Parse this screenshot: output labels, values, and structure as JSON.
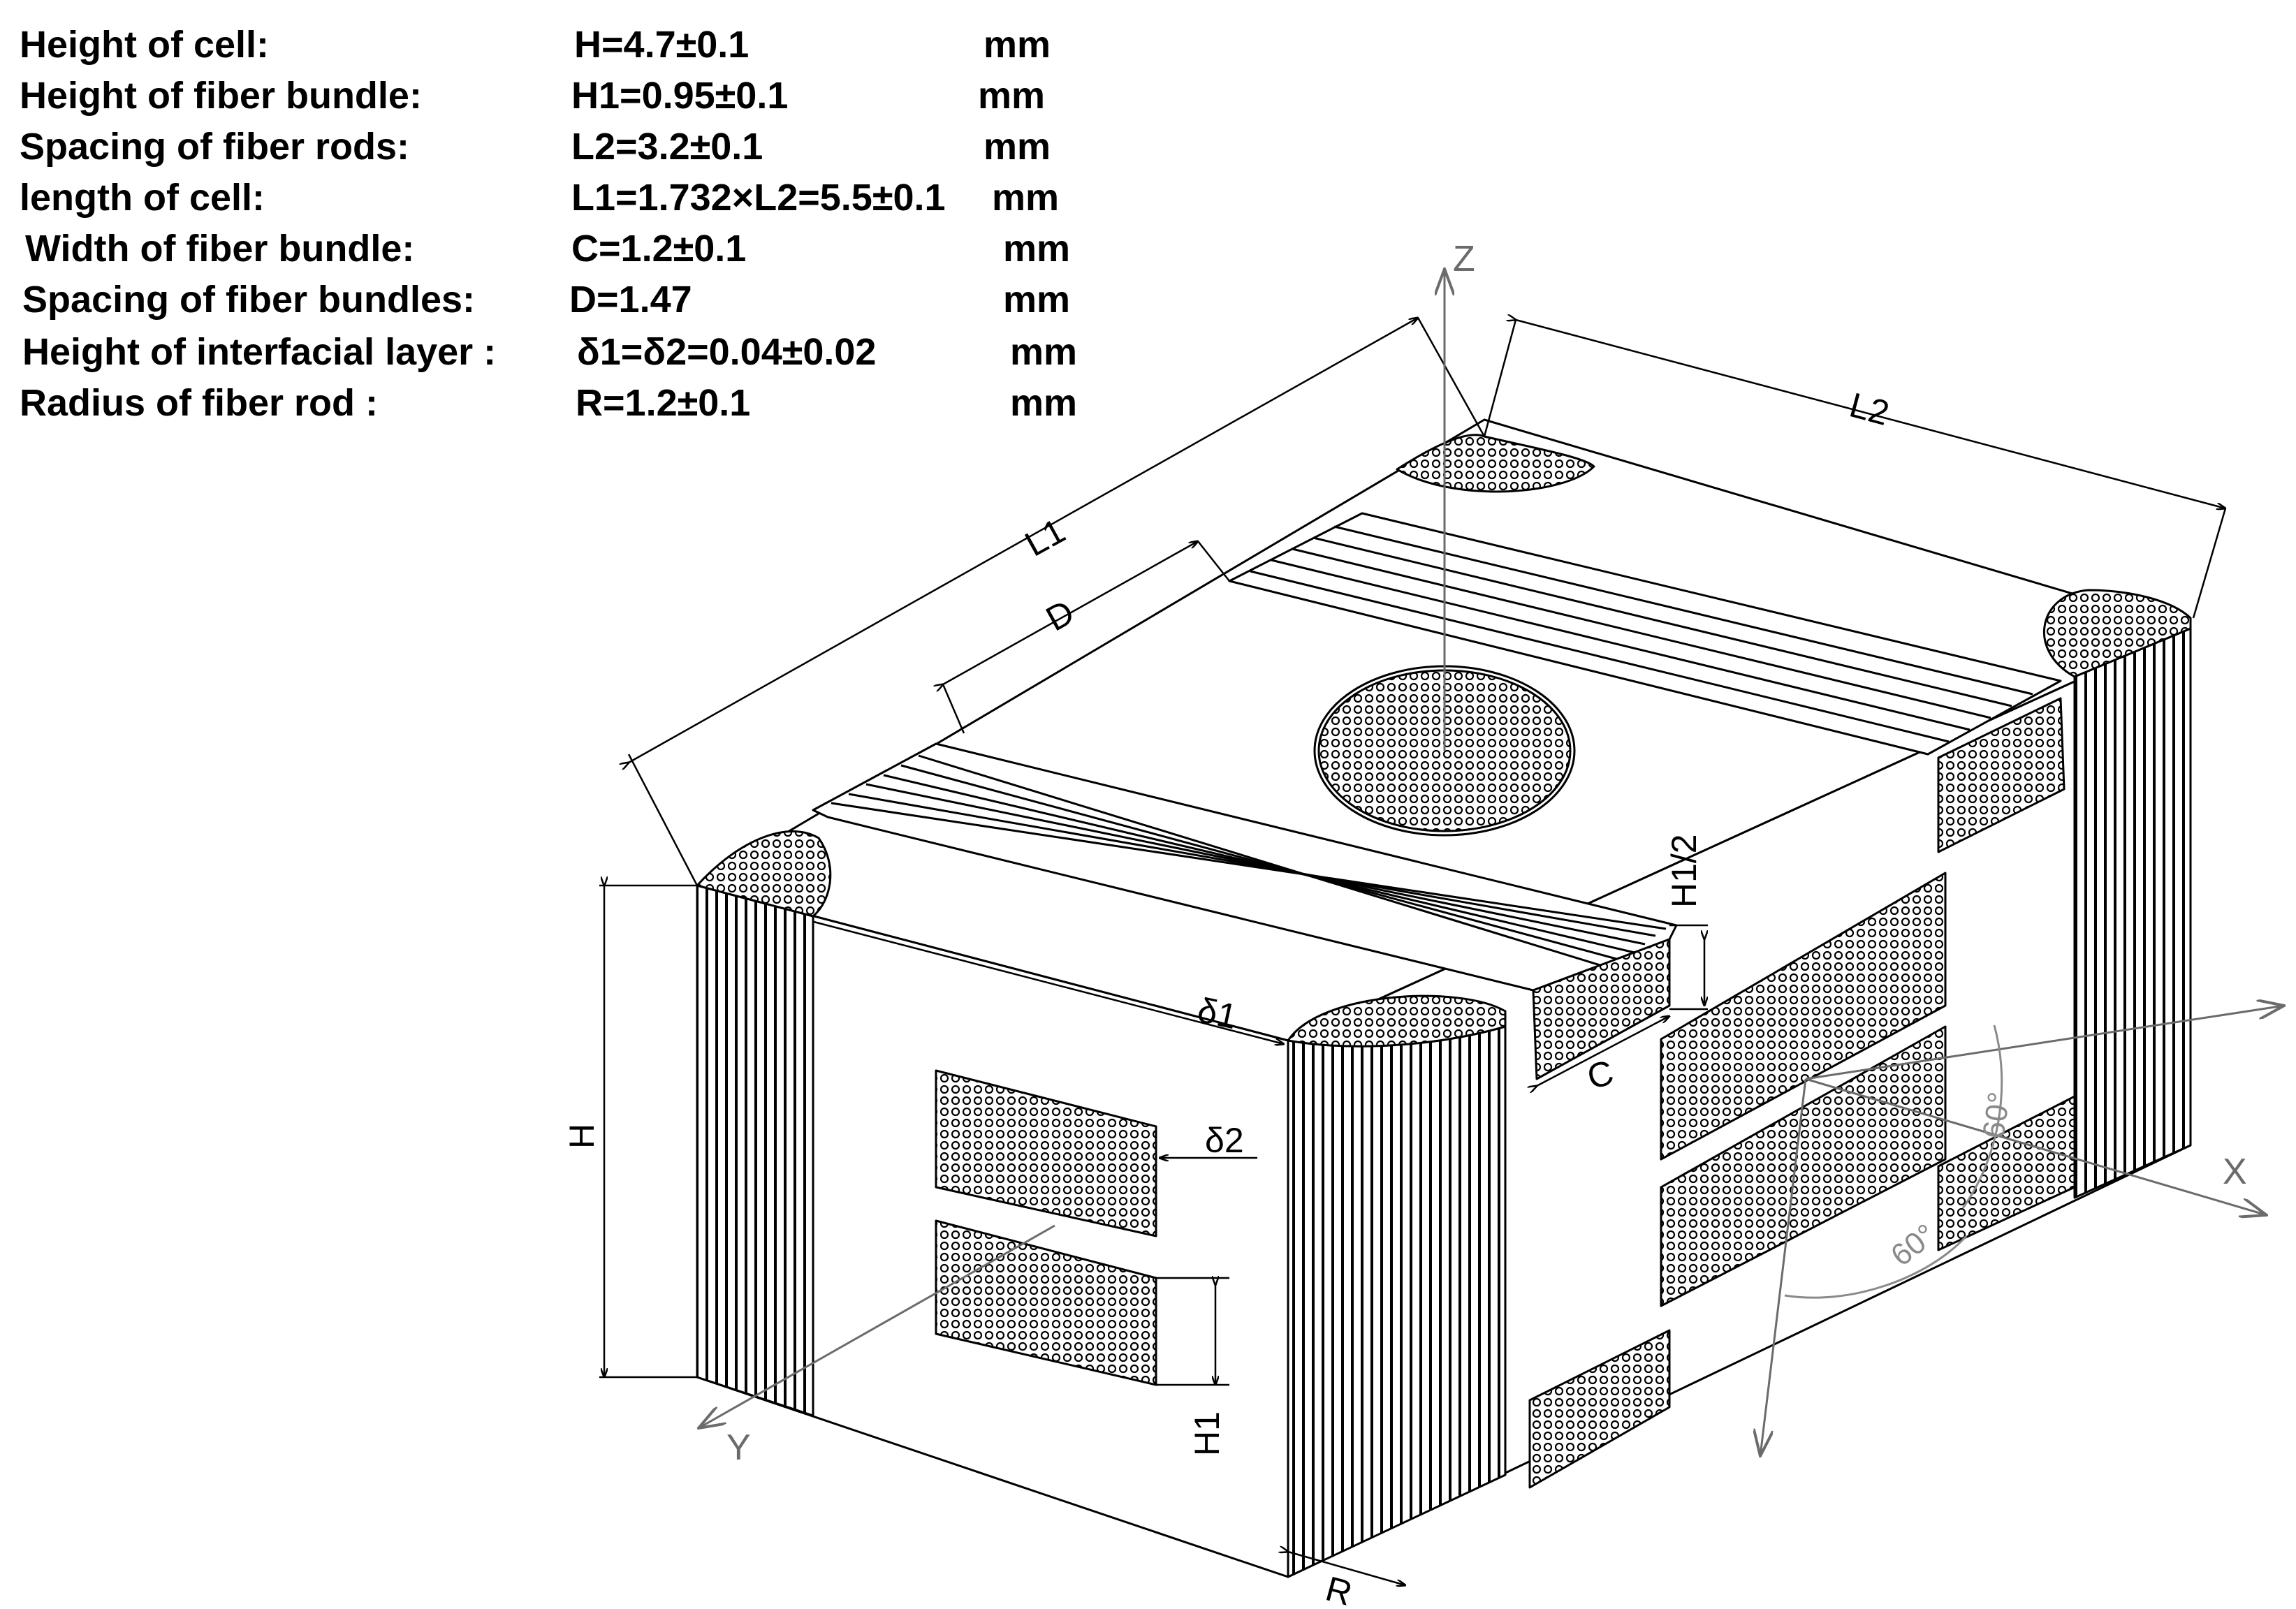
{
  "specs": [
    {
      "label": "Height of cell:",
      "value": "H=4.7±0.1",
      "unit": "mm"
    },
    {
      "label": "Height of fiber bundle:",
      "value": "H1=0.95±0.1",
      "unit": "mm"
    },
    {
      "label": "Spacing of fiber rods:",
      "value": "L2=3.2±0.1",
      "unit": "mm"
    },
    {
      "label": "length of cell:",
      "value": "L1=1.732×L2=5.5±0.1",
      "unit": "mm"
    },
    {
      "label": "Width of fiber bundle:",
      "value": "C=1.2±0.1",
      "unit": "mm"
    },
    {
      "label": "Spacing of fiber bundles:",
      "value": "D=1.47",
      "unit": "mm"
    },
    {
      "label": "Height of interfacial layer :",
      "value": "δ1=δ2=0.04±0.02",
      "unit": "mm"
    },
    {
      "label": "Radius of fiber rod :",
      "value": "R=1.2±0.1",
      "unit": "mm"
    }
  ],
  "dims": {
    "L1": "L1",
    "L2": "L2",
    "D": "D",
    "H": "H",
    "H1": "H1",
    "H1_2": "H1/2",
    "C": "C",
    "R": "R",
    "delta1": "δ1",
    "delta2": "δ2"
  },
  "axes": {
    "x": "X",
    "y": "Y",
    "z": "Z",
    "angle_a": "60°",
    "angle_b": "60°"
  },
  "colors": {
    "line": "#000000",
    "axis": "#6b6b6b",
    "angle": "#8a8a8a"
  }
}
